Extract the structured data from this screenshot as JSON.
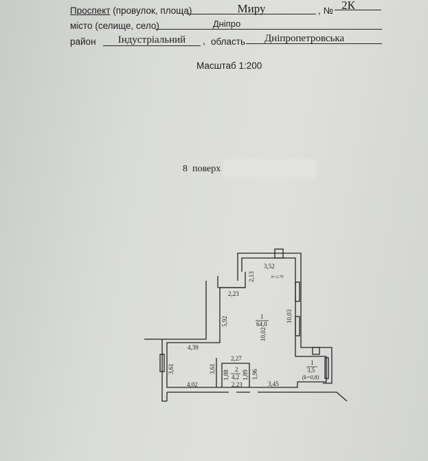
{
  "header": {
    "street_label": "Проспект",
    "street_label_rest": "(провулок, площа)",
    "street_value": "Миру",
    "number_label": ", №",
    "number_value": "2К",
    "city_label": "місто (селище, село)",
    "city_value": "Дніпро",
    "district_label": "район",
    "district_value": "Індустріальний",
    "region_separator": ",",
    "region_label": "область",
    "region_value": "Дніпропетровська",
    "scale": "Масштаб 1:200"
  },
  "floor": {
    "label": "8  поверх"
  },
  "plan": {
    "room1": {
      "number": "1",
      "area": "64,0"
    },
    "room2": {
      "number": "2",
      "area": "4,2"
    },
    "balcony": {
      "number": "1",
      "area": "3,5",
      "coef": "(k=0,8)"
    },
    "height": "h=2.70",
    "dims": {
      "top": "3,52",
      "top_left_v": "2,13",
      "notch": "2,23",
      "left_upper": "5,92",
      "room1_depth": "10,02",
      "right": "10,03",
      "mid_h": "4,39",
      "left_lower": "3,61",
      "inner_v": "3,61",
      "bottom_left": "4,02",
      "r2_top": "2,27",
      "r2_left": "1,88",
      "r2_right": "1,89",
      "r2_bottom": "2,23",
      "r2_outer": "1,96",
      "bottom_right": "3,45"
    }
  }
}
